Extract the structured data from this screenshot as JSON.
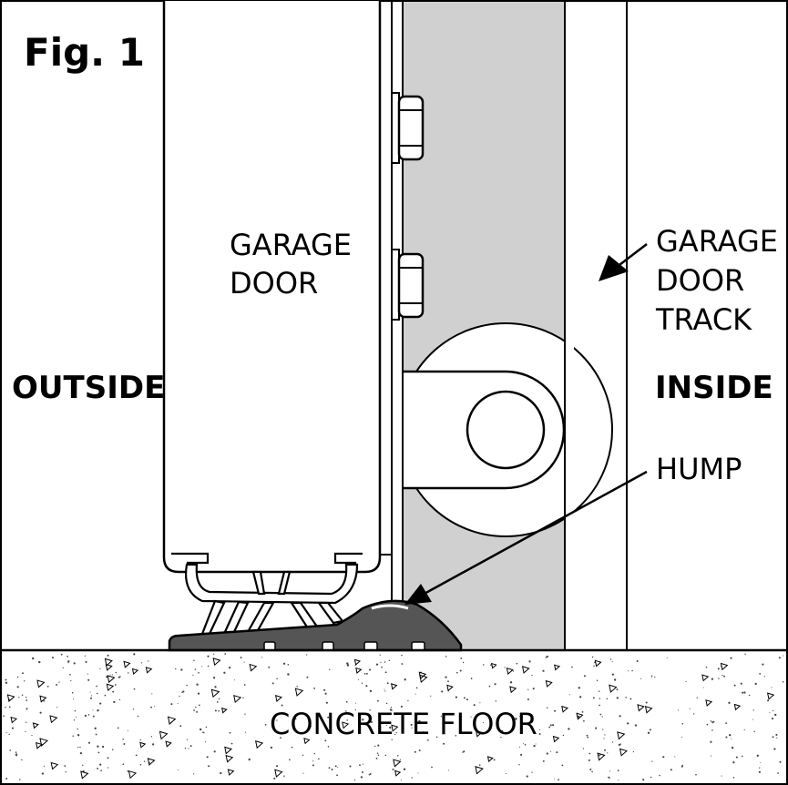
{
  "figure": {
    "title": "Fig. 1",
    "labels": {
      "outside": "OUTSIDE",
      "inside": "INSIDE",
      "garage_door_line1": "GARAGE",
      "garage_door_line2": "DOOR",
      "track_line1": "GARAGE",
      "track_line2": "DOOR",
      "track_line3": "TRACK",
      "hump": "HUMP",
      "floor": "CONCRETE FLOOR"
    },
    "colors": {
      "ink": "#000000",
      "track_fill": "#d0d0d0",
      "threshold_fill": "#555555",
      "paper": "#ffffff"
    }
  }
}
